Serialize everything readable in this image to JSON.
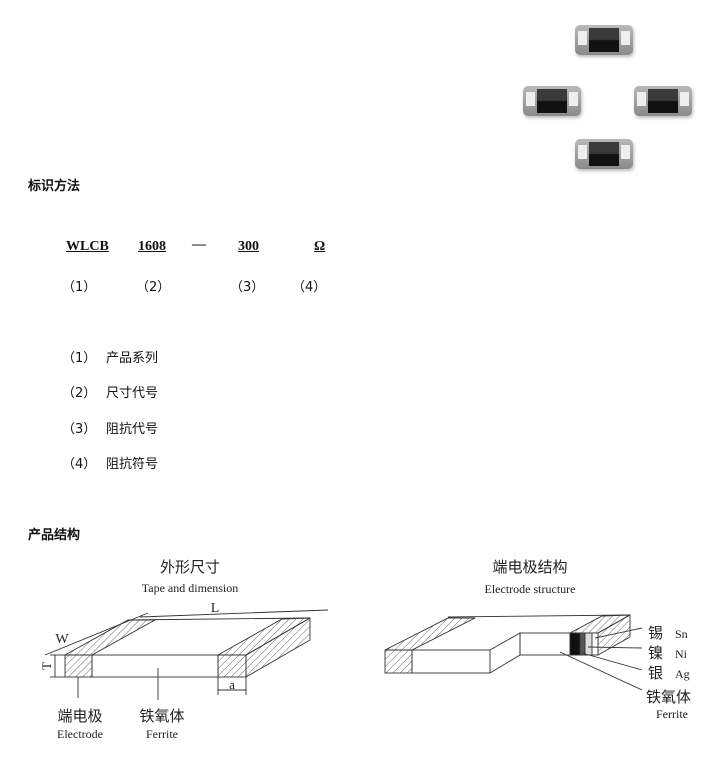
{
  "section1_title": "标识方法",
  "code": {
    "series": "WLCB",
    "size": "1608",
    "dash": "—",
    "impedance": "300",
    "symbol": "Ω"
  },
  "code_indices": [
    "（1）",
    "（2）",
    "（3）",
    "（4）"
  ],
  "legend": [
    {
      "index": "（1）",
      "text": "产品系列"
    },
    {
      "index": "（2）",
      "text": "尺寸代号"
    },
    {
      "index": "（3）",
      "text": "阻抗代号"
    },
    {
      "index": "（4）",
      "text": "阻抗符号"
    }
  ],
  "section2_title": "产品结构",
  "diagram_dimension": {
    "title_cn": "外形尺寸",
    "title_en": "Tape and dimension",
    "L": "L",
    "W": "W",
    "T": "T",
    "a": "a",
    "electrode_cn": "端电极",
    "electrode_en": "Electrode",
    "ferrite_cn": "铁氧体",
    "ferrite_en": "Ferrite"
  },
  "diagram_electrode": {
    "title_cn": "端电极结构",
    "title_en": "Electrode structure",
    "layers": [
      {
        "cn": "锡",
        "en": "Sn"
      },
      {
        "cn": "镍",
        "en": "Ni"
      },
      {
        "cn": "银",
        "en": "Ag"
      }
    ],
    "ferrite_cn": "铁氧体",
    "ferrite_en": "Ferrite"
  }
}
